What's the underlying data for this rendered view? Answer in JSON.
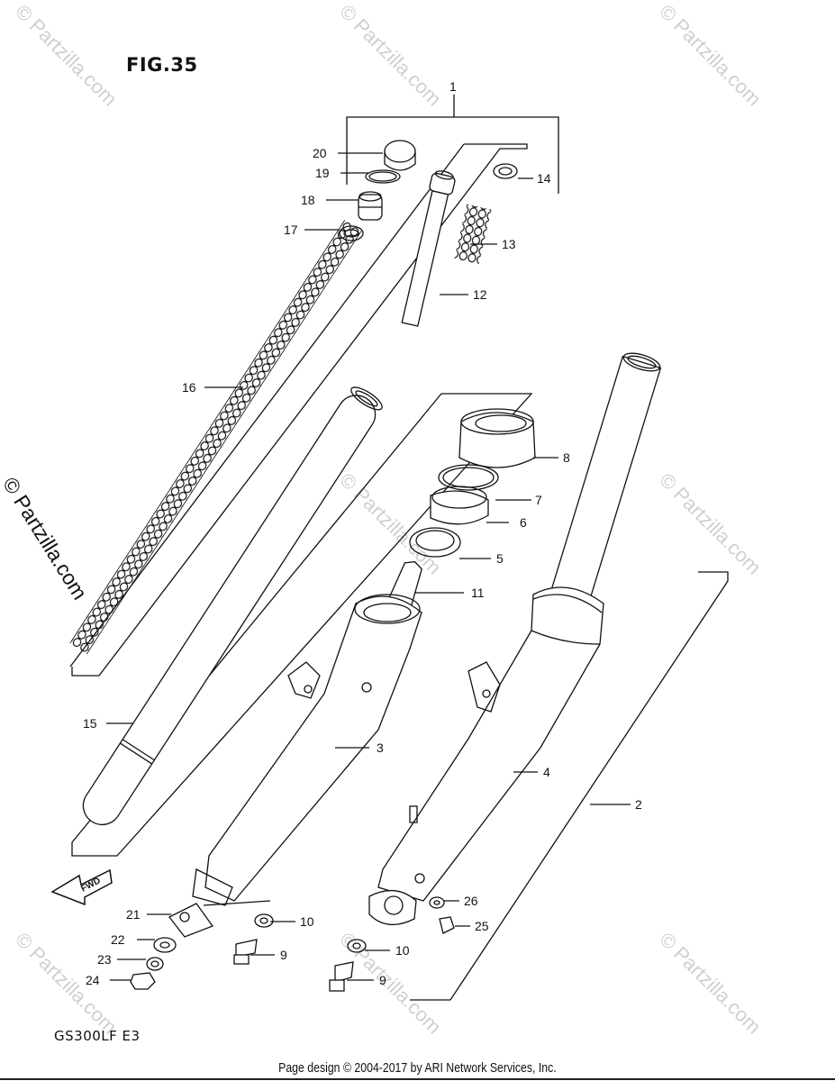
{
  "figure": {
    "title": "FIG.35",
    "model": "GS300LF  E3"
  },
  "footer": {
    "text": "Page design © 2004-2017 by ARI Network Services, Inc."
  },
  "watermark": {
    "text": "© Partzilla.com"
  },
  "fwd_badge": "FWD",
  "callouts": {
    "c1": "1",
    "c2": "2",
    "c3": "3",
    "c4": "4",
    "c5": "5",
    "c6": "6",
    "c7": "7",
    "c8": "8",
    "c9a": "9",
    "c9b": "9",
    "c10a": "10",
    "c10b": "10",
    "c11": "11",
    "c12": "12",
    "c13": "13",
    "c14": "14",
    "c15": "15",
    "c16": "16",
    "c17": "17",
    "c18": "18",
    "c19": "19",
    "c20": "20",
    "c21": "21",
    "c22": "22",
    "c23": "23",
    "c24": "24",
    "c25": "25",
    "c26": "26"
  }
}
